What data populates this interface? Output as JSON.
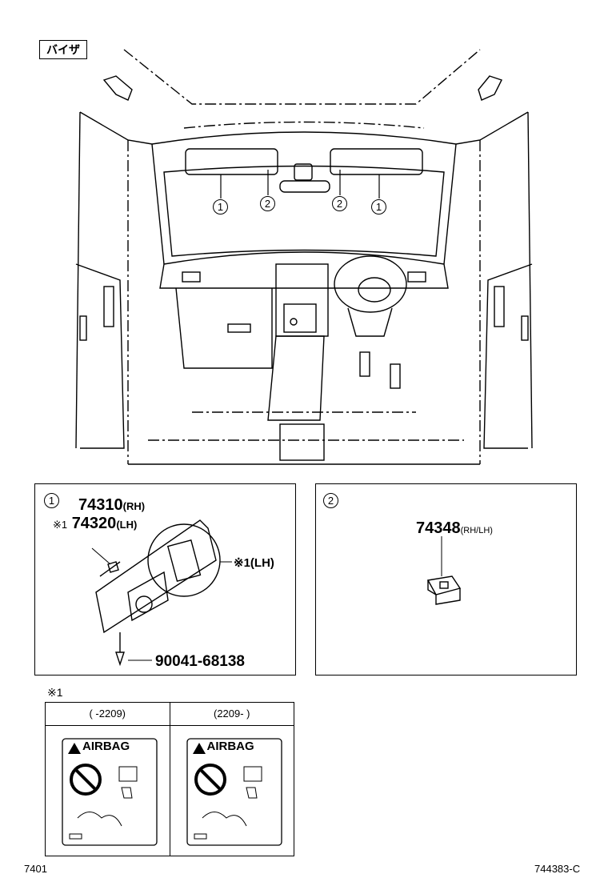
{
  "title_tag": "バイザ",
  "callouts": {
    "one": "1",
    "two": "2"
  },
  "panel1": {
    "index": "1",
    "part_rh": "74310",
    "part_rh_suffix": "(RH)",
    "note_mark": "※1",
    "part_lh": "74320",
    "part_lh_suffix": "(LH)",
    "note_lh": "※1(LH)",
    "screw_part": "90041-68138"
  },
  "panel2": {
    "index": "2",
    "part": "74348",
    "part_suffix": "(RH/LH)"
  },
  "note_table": {
    "mark": "※1",
    "col1_header": "(    -2209)",
    "col2_header": "(2209-    )",
    "label_text": "AIRBAG"
  },
  "footer": {
    "left": "7401",
    "right": "744383-C"
  }
}
